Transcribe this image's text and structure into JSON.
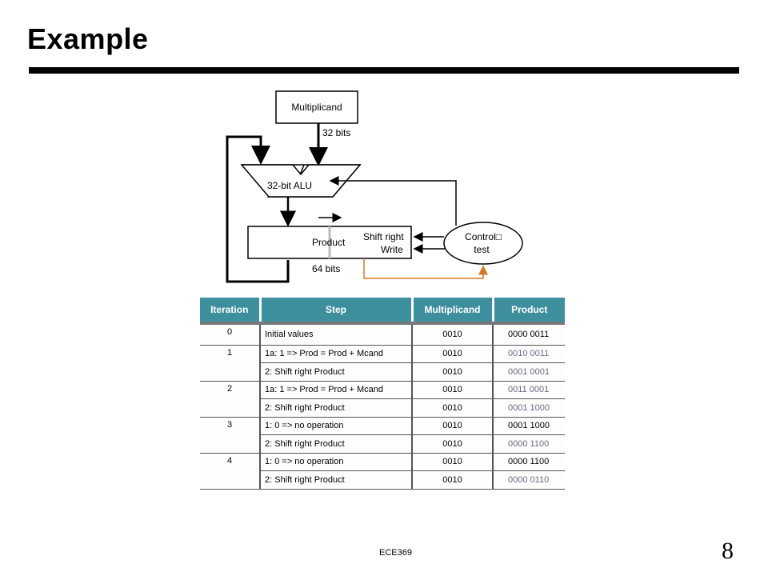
{
  "slide": {
    "title": "Example",
    "footer": "ECE369",
    "page_number": "8"
  },
  "diagram": {
    "multiplicand_label": "Multiplicand",
    "multiplicand_bits": "32 bits",
    "alu_label": "32-bit ALU",
    "product_label": "Product",
    "product_bits": "64 bits",
    "shift_right_label": "Shift right",
    "write_label": "Write",
    "control_label_line1": "Control",
    "control_label_line2": "test",
    "colors": {
      "feedback_arrow": "#d07a2a",
      "line": "#000000"
    }
  },
  "table": {
    "header_color": "#3d8f9e",
    "columns": [
      "Iteration",
      "Step",
      "Multiplicand",
      "Product"
    ],
    "rows": [
      {
        "iteration": "0",
        "step": "Initial values",
        "multiplicand": "0010",
        "product": "0000 0011"
      },
      {
        "iteration": "1",
        "step": "1a:  1 => Prod = Prod + Mcand",
        "multiplicand": "0010",
        "product": "0010 0011"
      },
      {
        "iteration": "",
        "step": "2:  Shift right Product",
        "multiplicand": "0010",
        "product": "0001 0001"
      },
      {
        "iteration": "2",
        "step": "1a: 1 => Prod = Prod + Mcand",
        "multiplicand": "0010",
        "product": "0011 0001"
      },
      {
        "iteration": "",
        "step": "2: Shift right Product",
        "multiplicand": "0010",
        "product": "0001 1000"
      },
      {
        "iteration": "3",
        "step": "1: 0 => no operation",
        "multiplicand": "0010",
        "product": "0001 1000"
      },
      {
        "iteration": "",
        "step": "2: Shift right Product",
        "multiplicand": "0010",
        "product": "0000 1100"
      },
      {
        "iteration": "4",
        "step": "1: 0 => no operation",
        "multiplicand": "0010",
        "product": "0000 1100"
      },
      {
        "iteration": "",
        "step": "2: Shift right Product",
        "multiplicand": "0010",
        "product": "0000 0110"
      }
    ]
  }
}
